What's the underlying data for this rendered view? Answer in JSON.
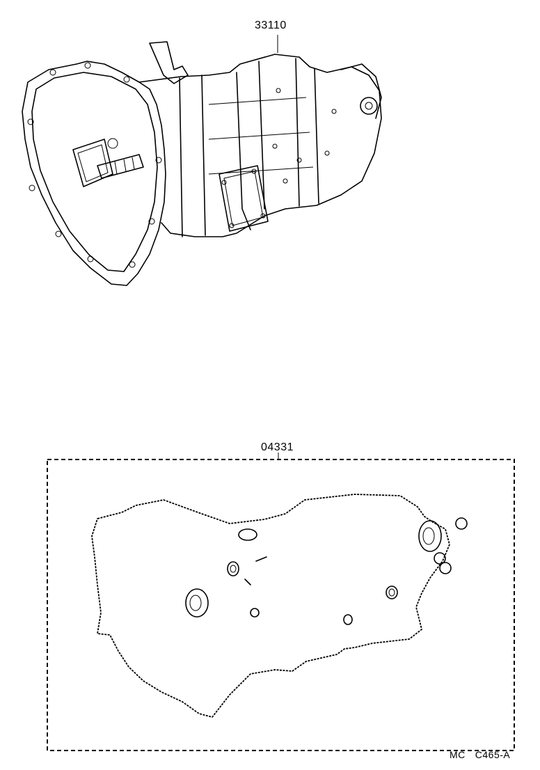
{
  "parts": {
    "transmission_assy": "33110",
    "gasket_kit": "04331"
  },
  "figure_code": {
    "prefix": "MC",
    "code": "C465-A"
  }
}
